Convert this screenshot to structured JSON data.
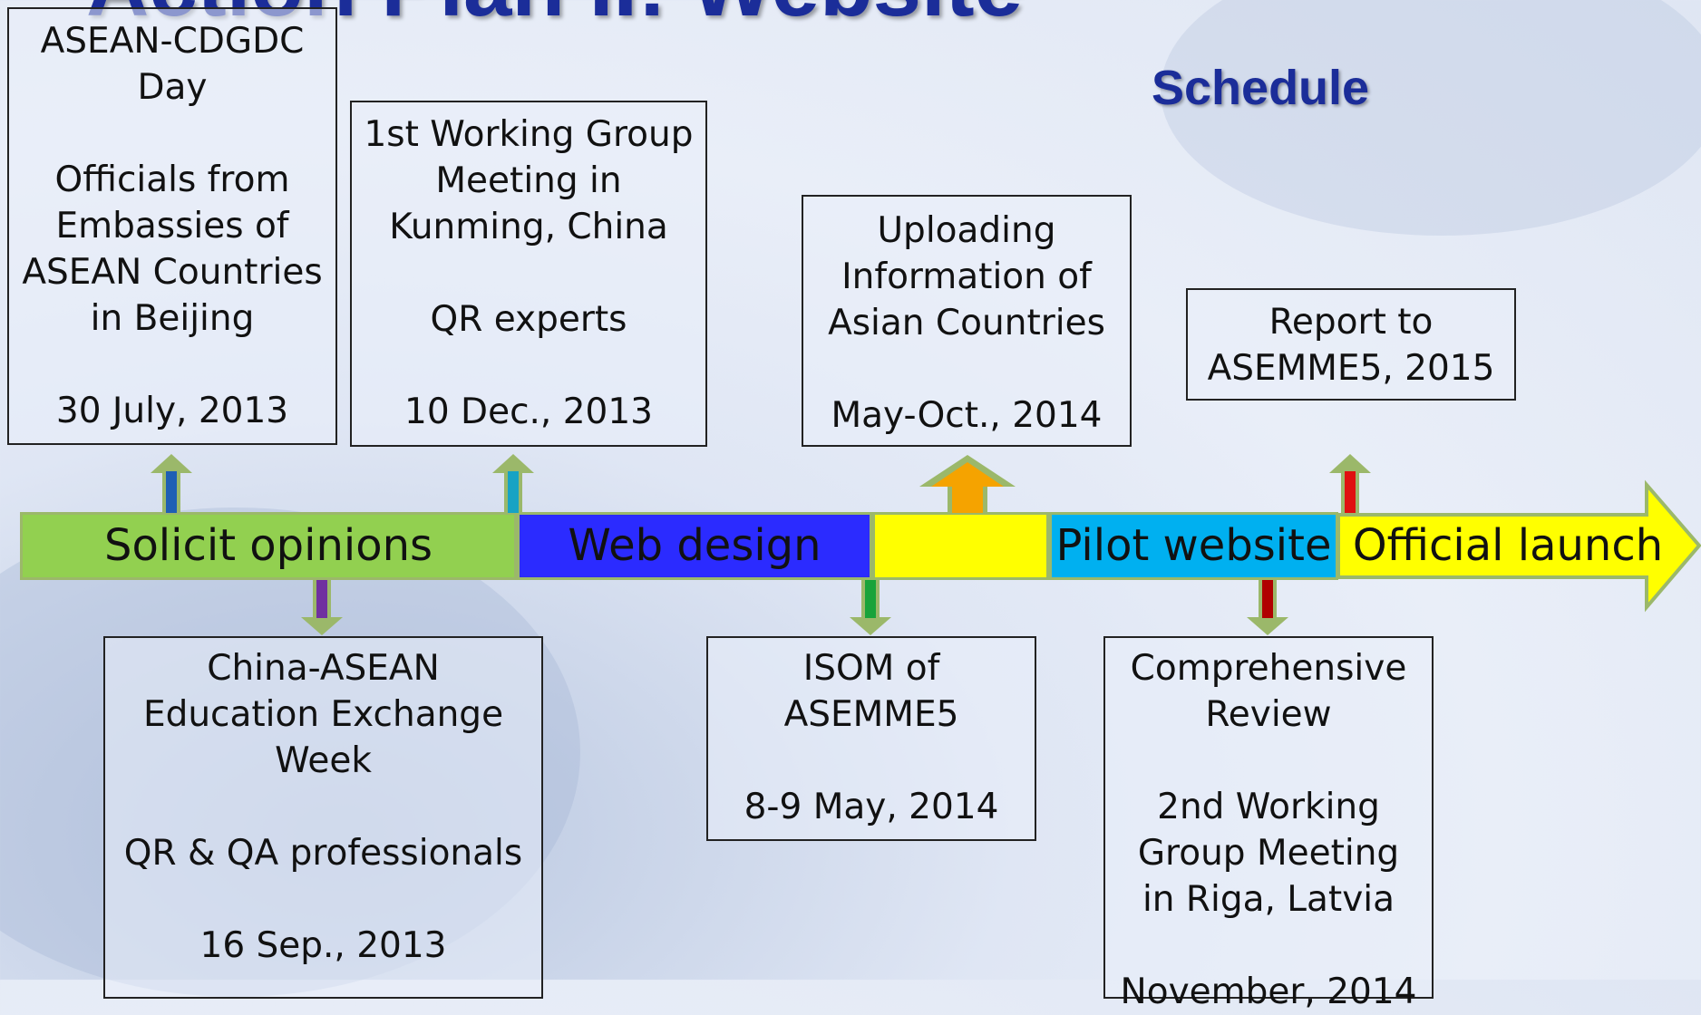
{
  "slide": {
    "title": "Action Plan II: Website",
    "schedule_label": "Schedule"
  },
  "top_events": [
    {
      "lines": [
        "ASEAN-CDGDC",
        "Day",
        "",
        "Officials from",
        "Embassies of",
        "ASEAN Countries",
        "in Beijing",
        "",
        "30 July, 2013"
      ]
    },
    {
      "lines": [
        "1st Working Group",
        "Meeting in",
        "Kunming, China",
        "",
        "QR experts",
        "",
        "10 Dec., 2013"
      ]
    },
    {
      "lines": [
        "Uploading",
        "Information of",
        "Asian Countries",
        "",
        "May-Oct., 2014"
      ]
    },
    {
      "lines": [
        "Report to",
        "ASEMME5, 2015"
      ]
    }
  ],
  "bottom_events": [
    {
      "lines": [
        "China-ASEAN",
        "Education Exchange",
        "Week",
        "",
        "QR & QA professionals",
        "",
        "16 Sep., 2013"
      ]
    },
    {
      "lines": [
        "ISOM of",
        "ASEMME5",
        "",
        "8-9 May, 2014"
      ]
    },
    {
      "lines": [
        "Comprehensive",
        "Review",
        "",
        "2nd Working",
        "Group Meeting",
        "in Riga, Latvia",
        "",
        "November, 2014"
      ]
    }
  ],
  "phases": [
    {
      "label": "Solicit opinions",
      "color": "#92d050"
    },
    {
      "label": "Web design",
      "color": "#2b2bff"
    },
    {
      "label": "",
      "color": "#ffff00"
    },
    {
      "label": "Pilot website",
      "color": "#00b0f0"
    },
    {
      "label": "Official launch",
      "color": "#ffff00"
    }
  ],
  "arrow_colors": {
    "up": [
      "#1f5fb4",
      "#17a3c4",
      "#f5a300",
      "#e01010"
    ],
    "down": [
      "#7030a0",
      "#19a33a",
      "#b00000"
    ]
  }
}
